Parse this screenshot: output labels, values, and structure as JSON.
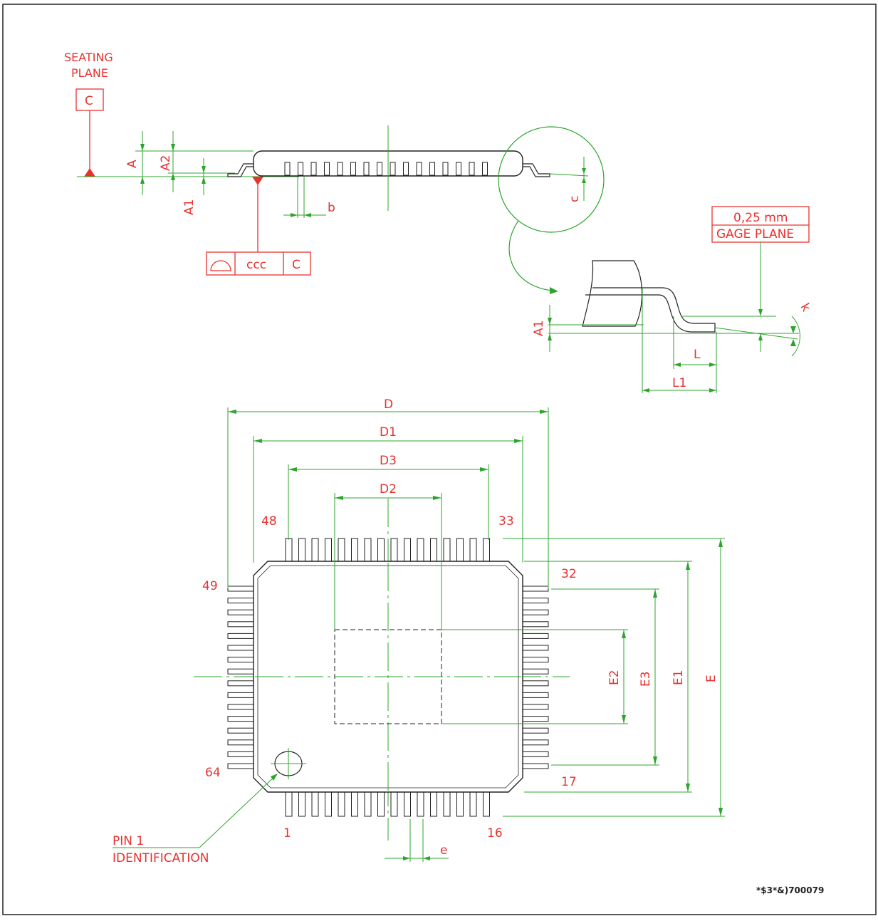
{
  "colors": {
    "dimension_line": "#2ca52c",
    "label_red": "#e8322f",
    "outline": "#222222",
    "pin_fill": "#ffffff"
  },
  "labels": {
    "seating_plane_1": "SEATING",
    "seating_plane_2": "PLANE",
    "datum_c": "C",
    "dim_A": "A",
    "dim_A2": "A2",
    "dim_A1": "A1",
    "dim_b": "b",
    "dim_c": "c",
    "fcf_symbol": "profile-of-surface-icon",
    "fcf_tolerance": "ccc",
    "fcf_datum": "C",
    "gage_value": "0,25 mm",
    "gage_plane": "GAGE PLANE",
    "detail_A1": "A1",
    "dim_L": "L",
    "dim_L1": "L1",
    "dim_k": "k",
    "dim_D": "D",
    "dim_D1": "D1",
    "dim_D3": "D3",
    "dim_D2": "D2",
    "dim_E": "E",
    "dim_E1": "E1",
    "dim_E3": "E3",
    "dim_E2": "E2",
    "dim_e": "e",
    "pin_48": "48",
    "pin_33": "33",
    "pin_32": "32",
    "pin_49": "49",
    "pin_64": "64",
    "pin_17": "17",
    "pin_1": "1",
    "pin_16": "16",
    "pin1_id_1": "PIN 1",
    "pin1_id_2": "IDENTIFICATION",
    "drawing_ref": "*$3*&)700079"
  },
  "package": {
    "pins_per_side": 16,
    "total_pins": 64
  }
}
